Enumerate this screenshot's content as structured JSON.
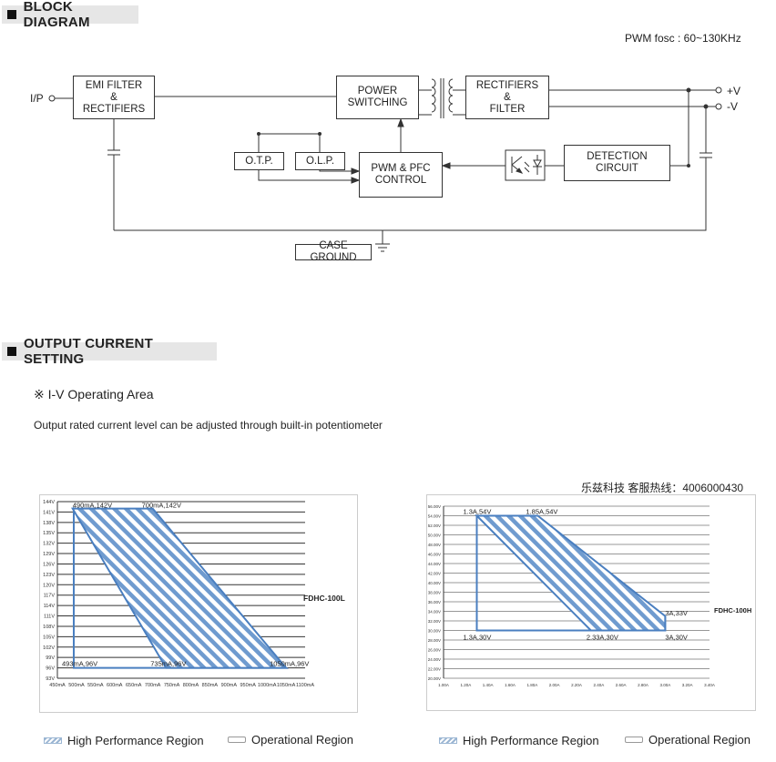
{
  "block_diagram": {
    "title": "BLOCK DIAGRAM",
    "pwm_note": "PWM fosc : 60~130KHz",
    "blocks": {
      "emi": [
        "EMI FILTER",
        "&",
        "RECTIFIERS"
      ],
      "power": [
        "POWER",
        "SWITCHING"
      ],
      "rect": [
        "RECTIFIERS",
        "&",
        "FILTER"
      ],
      "otp": "O.T.P.",
      "olp": "O.L.P.",
      "pwm": [
        "PWM & PFC",
        "CONTROL"
      ],
      "detect": [
        "DETECTION",
        "CIRCUIT"
      ],
      "case": "CASE GROUND"
    },
    "ip_label": "I/P",
    "vplus_label": "+V",
    "vminus_label": "-V"
  },
  "output_current": {
    "title": "OUTPUT CURRENT SETTING",
    "subtitle": "※ I-V Operating Area",
    "description": "Output rated current level can be adjusted through built-in potentiometer",
    "hotline": "乐兹科技 客服热线：4006000430"
  },
  "chart_data": [
    {
      "type": "area",
      "model": "FDHC-100L",
      "x_unit": "mA",
      "y_unit": "V",
      "x_ticks": [
        "450mA",
        "500mA",
        "550mA",
        "600mA",
        "650mA",
        "700mA",
        "750mA",
        "800mA",
        "850mA",
        "900mA",
        "950mA",
        "1000mA",
        "1050mA",
        "1100mA"
      ],
      "y_ticks": [
        "144V",
        "141V",
        "138V",
        "135V",
        "132V",
        "129V",
        "126V",
        "123V",
        "120V",
        "117V",
        "114V",
        "111V",
        "108V",
        "105V",
        "102V",
        "99V",
        "96V",
        "93V"
      ],
      "xlim": [
        450,
        1100
      ],
      "ylim": [
        93,
        144
      ],
      "operational_region": [
        [
          493,
          96
        ],
        [
          493,
          142
        ],
        [
          1050,
          96
        ]
      ],
      "high_performance_region": [
        [
          490,
          142
        ],
        [
          700,
          142
        ],
        [
          1050,
          96
        ],
        [
          735,
          96
        ]
      ],
      "annotations": [
        "490mA,142V",
        "700mA,142V",
        "493mA,96V",
        "735mA,96V",
        "1050mA,96V"
      ]
    },
    {
      "type": "area",
      "model": "FDHC-100H",
      "x_unit": "A",
      "y_unit": "V",
      "x_ticks": [
        "1.00A",
        "1.20A",
        "1.40A",
        "1.60A",
        "1.80A",
        "2.00A",
        "2.20A",
        "2.40A",
        "2.60A",
        "2.80A",
        "3.00A",
        "3.20A",
        "3.40A"
      ],
      "y_ticks": [
        "56.00V",
        "54.00V",
        "52.00V",
        "50.00V",
        "48.00V",
        "46.00V",
        "44.00V",
        "42.00V",
        "40.00V",
        "38.00V",
        "36.00V",
        "34.00V",
        "32.00V",
        "30.00V",
        "28.00V",
        "26.00V",
        "24.00V",
        "22.00V",
        "20.00V"
      ],
      "xlim": [
        1.0,
        3.4
      ],
      "ylim": [
        20,
        56
      ],
      "operational_region": [
        [
          1.3,
          54
        ],
        [
          1.3,
          30
        ],
        [
          3.0,
          30
        ],
        [
          3.0,
          33
        ]
      ],
      "high_performance_region": [
        [
          1.3,
          54
        ],
        [
          1.85,
          54
        ],
        [
          3.0,
          33
        ],
        [
          3.0,
          30
        ],
        [
          2.33,
          30
        ]
      ],
      "annotations": [
        "1.3A,54V",
        "1.85A,54V",
        "3A,33V",
        "1.3A,30V",
        "2.33A,30V",
        "3A,30V"
      ]
    }
  ],
  "legend": {
    "high": "High Performance Region",
    "operational": "Operational Region"
  },
  "colors": {
    "region_fill": "#6f9bcf",
    "region_stroke": "#4a7fc0",
    "grid": "#333333"
  }
}
